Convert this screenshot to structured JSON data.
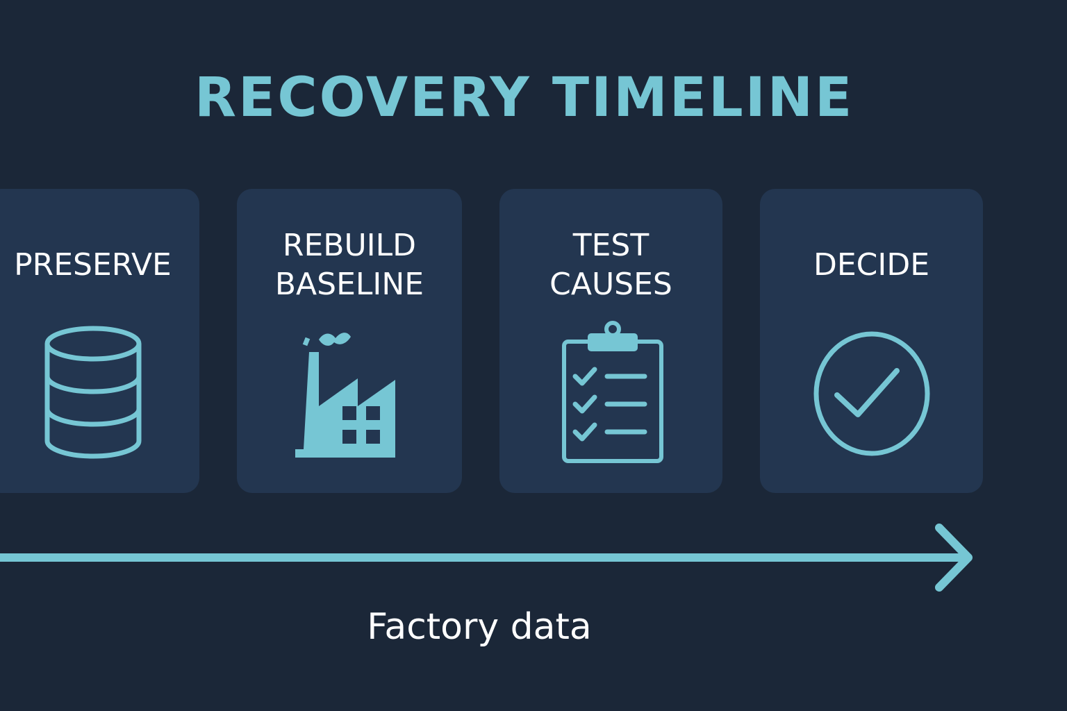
{
  "title": "RECOVERY TIMELINE",
  "colors": {
    "background": "#1b2738",
    "card": "#233650",
    "accent": "#76c6d4",
    "text": "#ffffff"
  },
  "steps": [
    {
      "label": "PRESERVE",
      "icon": "database-icon"
    },
    {
      "label": "REBUILD\nBASELINE",
      "icon": "factory-icon"
    },
    {
      "label": "TEST\nCAUSES",
      "icon": "clipboard-checklist-icon"
    },
    {
      "label": "DECIDE",
      "icon": "check-circle-icon"
    }
  ],
  "axis": {
    "label": "Factory data"
  }
}
